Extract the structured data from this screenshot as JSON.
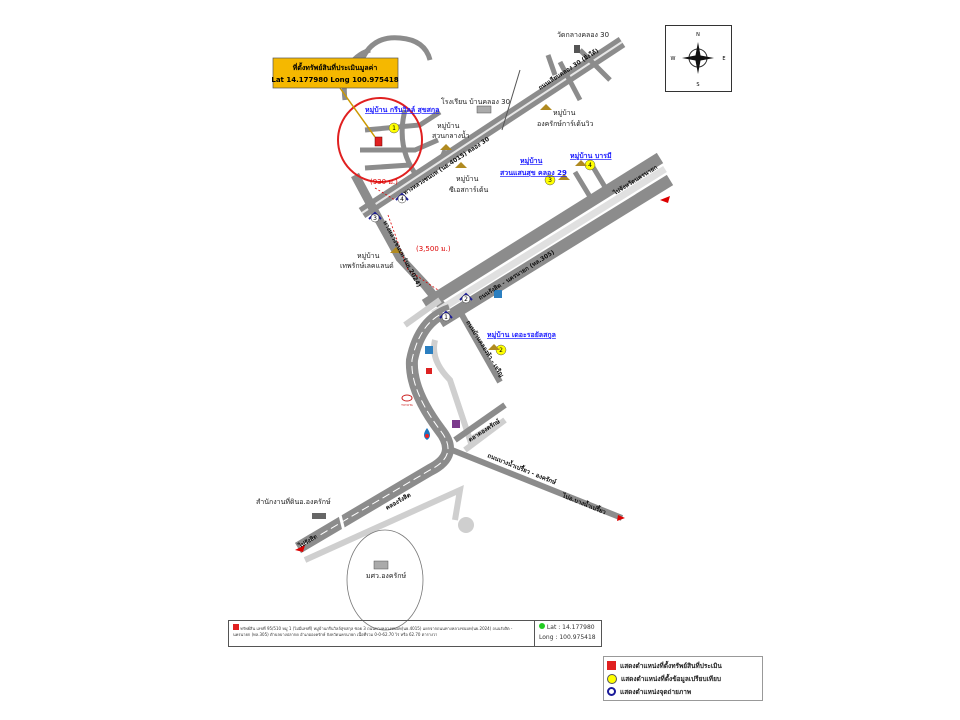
{
  "callout": {
    "title": "ที่ตั้งทรัพย์สินที่ประเมินมูลค่า",
    "coords": "Lat 14.177980 Long 100.975418"
  },
  "compass": {
    "n": "N",
    "s": "S",
    "e": "E",
    "w": "W"
  },
  "places": {
    "wat": "วัดกลางคลอง 30",
    "school": "โรงเรียน บ้านคลอง 30",
    "v1": "หมู่บ้าน กรีนวิลล์ สุขสกุล",
    "v_suan_klang_1": "หมู่บ้าน",
    "v_suan_klang_2": "สวนกลางน้ำ",
    "v_ongkharak_1": "หมู่บ้าน",
    "v_ongkharak_2": "องครักษ์การ์เด้นวิว",
    "v_sees_1": "หมู่บ้าน",
    "v_sees_2": "ซีเอสการ์เด้น",
    "v3_1": "หมู่บ้าน",
    "v3_2": "สวนแสนสุข คลอง 29",
    "v4": "หมู่บ้าน บารมี",
    "v_thep_1": "หมู่บ้าน",
    "v_thep_2": "เทพรักษ์เลคแลนด์",
    "v2": "หมู่บ้าน เดอะรอยัลสกูล",
    "land_office": "สำนักงานที่ดินอ.องครักษ์",
    "university": "มศว.องครักษ์",
    "toyota": "TOYOTA"
  },
  "roads": {
    "r4015": "ทางหลวงชนบท (นย.4015) คลอง 30",
    "r30": "ถนนเลียบคลอง 30 (ฝั่งใต้)",
    "r2024": "ทางหลวงชนบท (นย.2024)",
    "r305": "ถนนรังสิต - นครนายก (ทล.305)",
    "to_nayok": "ไปจังหวัดนครนายก",
    "r_local": "ถนนบ้านคลองห้า - เจริญ",
    "talad": "ตลาดองครักษ์",
    "bangnam": "ถนนบางน้ำเปรี้ยว - องครักษ์",
    "to_bangnam": "ไปอ.บางน้ำเปรี้ยว",
    "to_rangsit": "ไปรังสิต",
    "canal": "คลองรังสิต"
  },
  "distances": {
    "d1": "(930 ม.)",
    "d2": "(3,500 ม.)"
  },
  "markers": {
    "photo": [
      "1",
      "2",
      "3",
      "4"
    ],
    "compare": [
      "1",
      "2",
      "3",
      "4"
    ]
  },
  "footer": {
    "desc": "ทรัพย์สิน เลขที่ 95/510 หมู่ 1 (ไม่มีเลขที่) หมู่บ้านกรีนวิลล์สุขสกุล ซอย 3 ถนนทางหลวงชนบท(นย.4015) แยกจากถนนทางหลวงชนบท(นย.2024) ถนนรังสิต - นครนายก (ทล.305) ตำบลบางปลากด อำเภอองครักษ์ จังหวัดนครนายก เนื้อที่รวม 0-0-62.70 ไร่ หรือ 62.70 ตารางวา",
    "lat": "Lat : 14.177980",
    "long": "Long : 100.975418"
  },
  "legend": [
    "แสดงตำแหน่งที่ตั้งทรัพย์สินที่ประเมิน",
    "แสดงตำแหน่งที่ตั้งข้อมูลเปรียบเทียบ",
    "แสดงตำแหน่งจุดถ่ายภาพ"
  ],
  "colors": {
    "road": "#8c8c8c",
    "callout": "#f5b800",
    "circle": "#e02020",
    "compare": "#ffff00",
    "photo": "#1a1a9a",
    "latdot": "#22cc22"
  }
}
